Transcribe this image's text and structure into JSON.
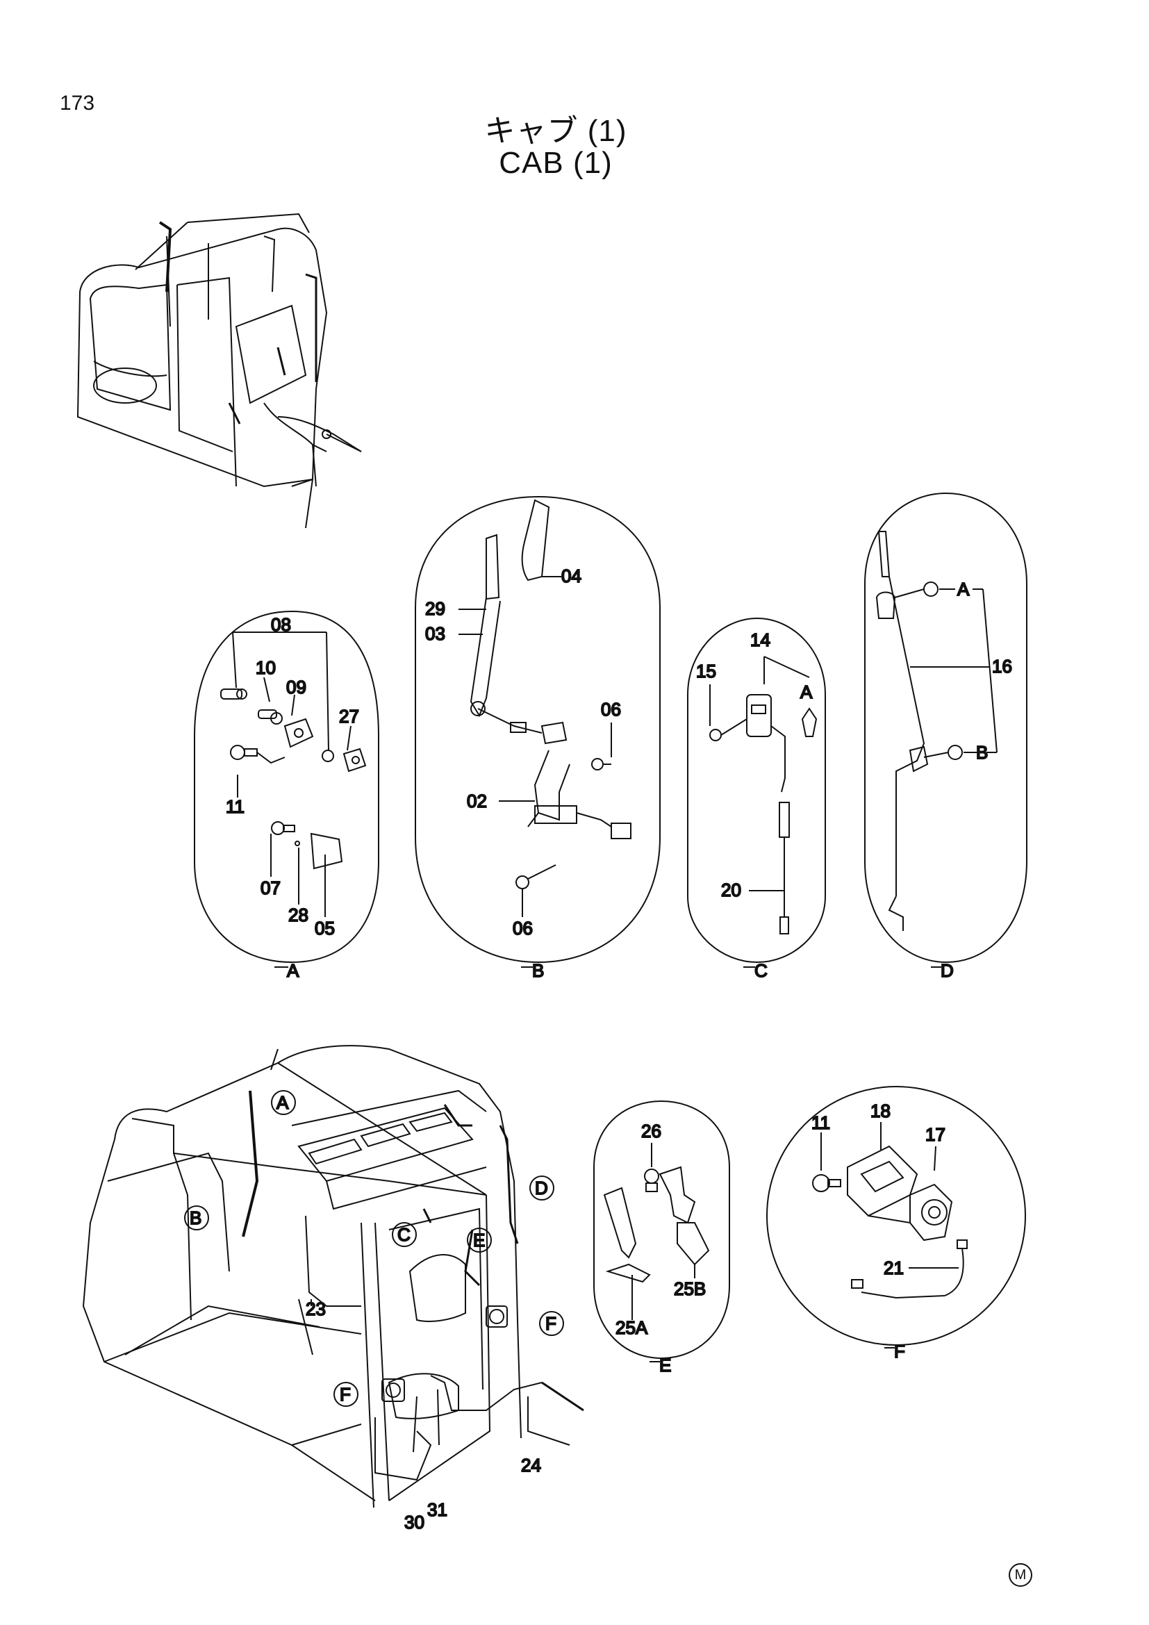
{
  "page": {
    "number": "173",
    "title_jp": "キャブ (1)",
    "title_en": "CAB (1)",
    "mark": "M"
  },
  "callouts": {
    "A": [
      "08",
      "10",
      "09",
      "27",
      "11",
      "07",
      "28",
      "05"
    ],
    "B": [
      "04",
      "29",
      "03",
      "06",
      "02",
      "06"
    ],
    "C": [
      "14",
      "15",
      "A",
      "20"
    ],
    "D": [
      "A",
      "16",
      "B"
    ],
    "E": [
      "26",
      "25B",
      "25A"
    ],
    "F": [
      "11",
      "18",
      "17",
      "21"
    ],
    "main": [
      "23",
      "24",
      "30",
      "31"
    ]
  },
  "detail_labels": [
    "A",
    "B",
    "C",
    "D",
    "E",
    "F"
  ],
  "main_refs": [
    "A",
    "B",
    "C",
    "D",
    "E",
    "F",
    "F"
  ]
}
